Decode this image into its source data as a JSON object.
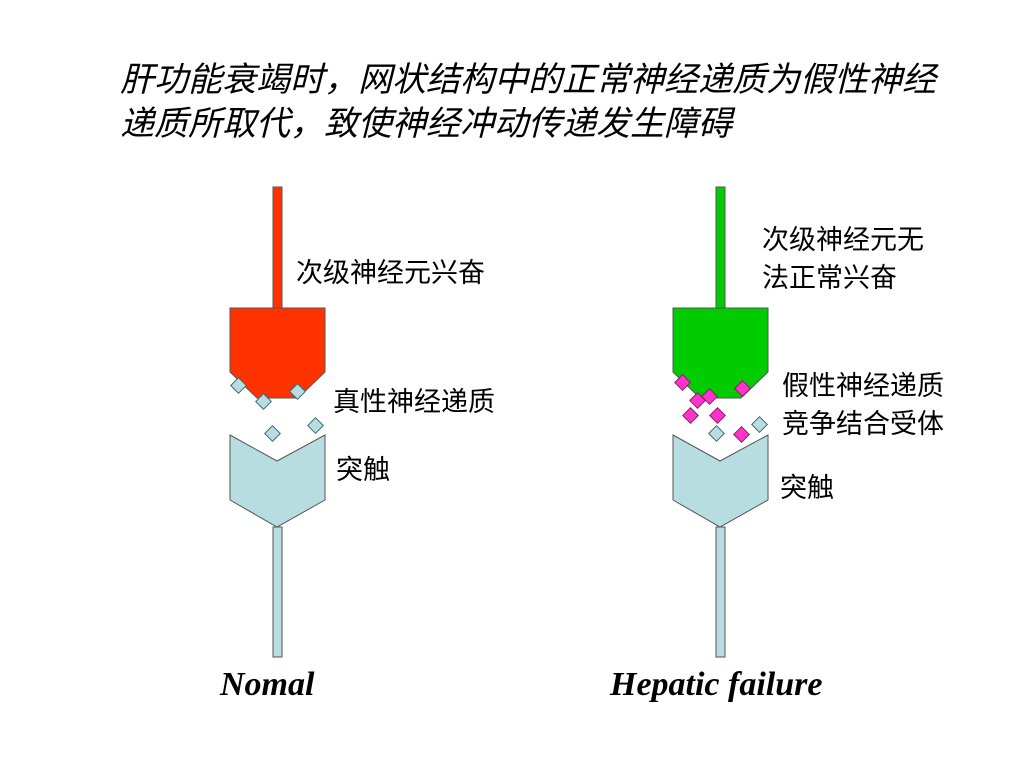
{
  "title": "肝功能衰竭时，网状结构中的正常神经递质为假性神经递质所取代，致使神经冲动传递发生障碍",
  "colors": {
    "normal_neuron": "#ff3300",
    "failure_neuron": "#00cc00",
    "synapse": "#b7dde0",
    "true_transmitter": "#b7dde0",
    "false_transmitter": "#ff33cc"
  },
  "normal": {
    "neuron_label": "次级神经元兴奋",
    "transmitter_label": "真性神经递质",
    "synapse_label": "突触",
    "caption": "Nomal"
  },
  "failure": {
    "neuron_label_line1": "次级神经元无",
    "neuron_label_line2": "法正常兴奋",
    "transmitter_label_line1": "假性神经递质",
    "transmitter_label_line2": "竞争结合受体",
    "synapse_label": "突触",
    "caption": "Hepatic failure"
  }
}
